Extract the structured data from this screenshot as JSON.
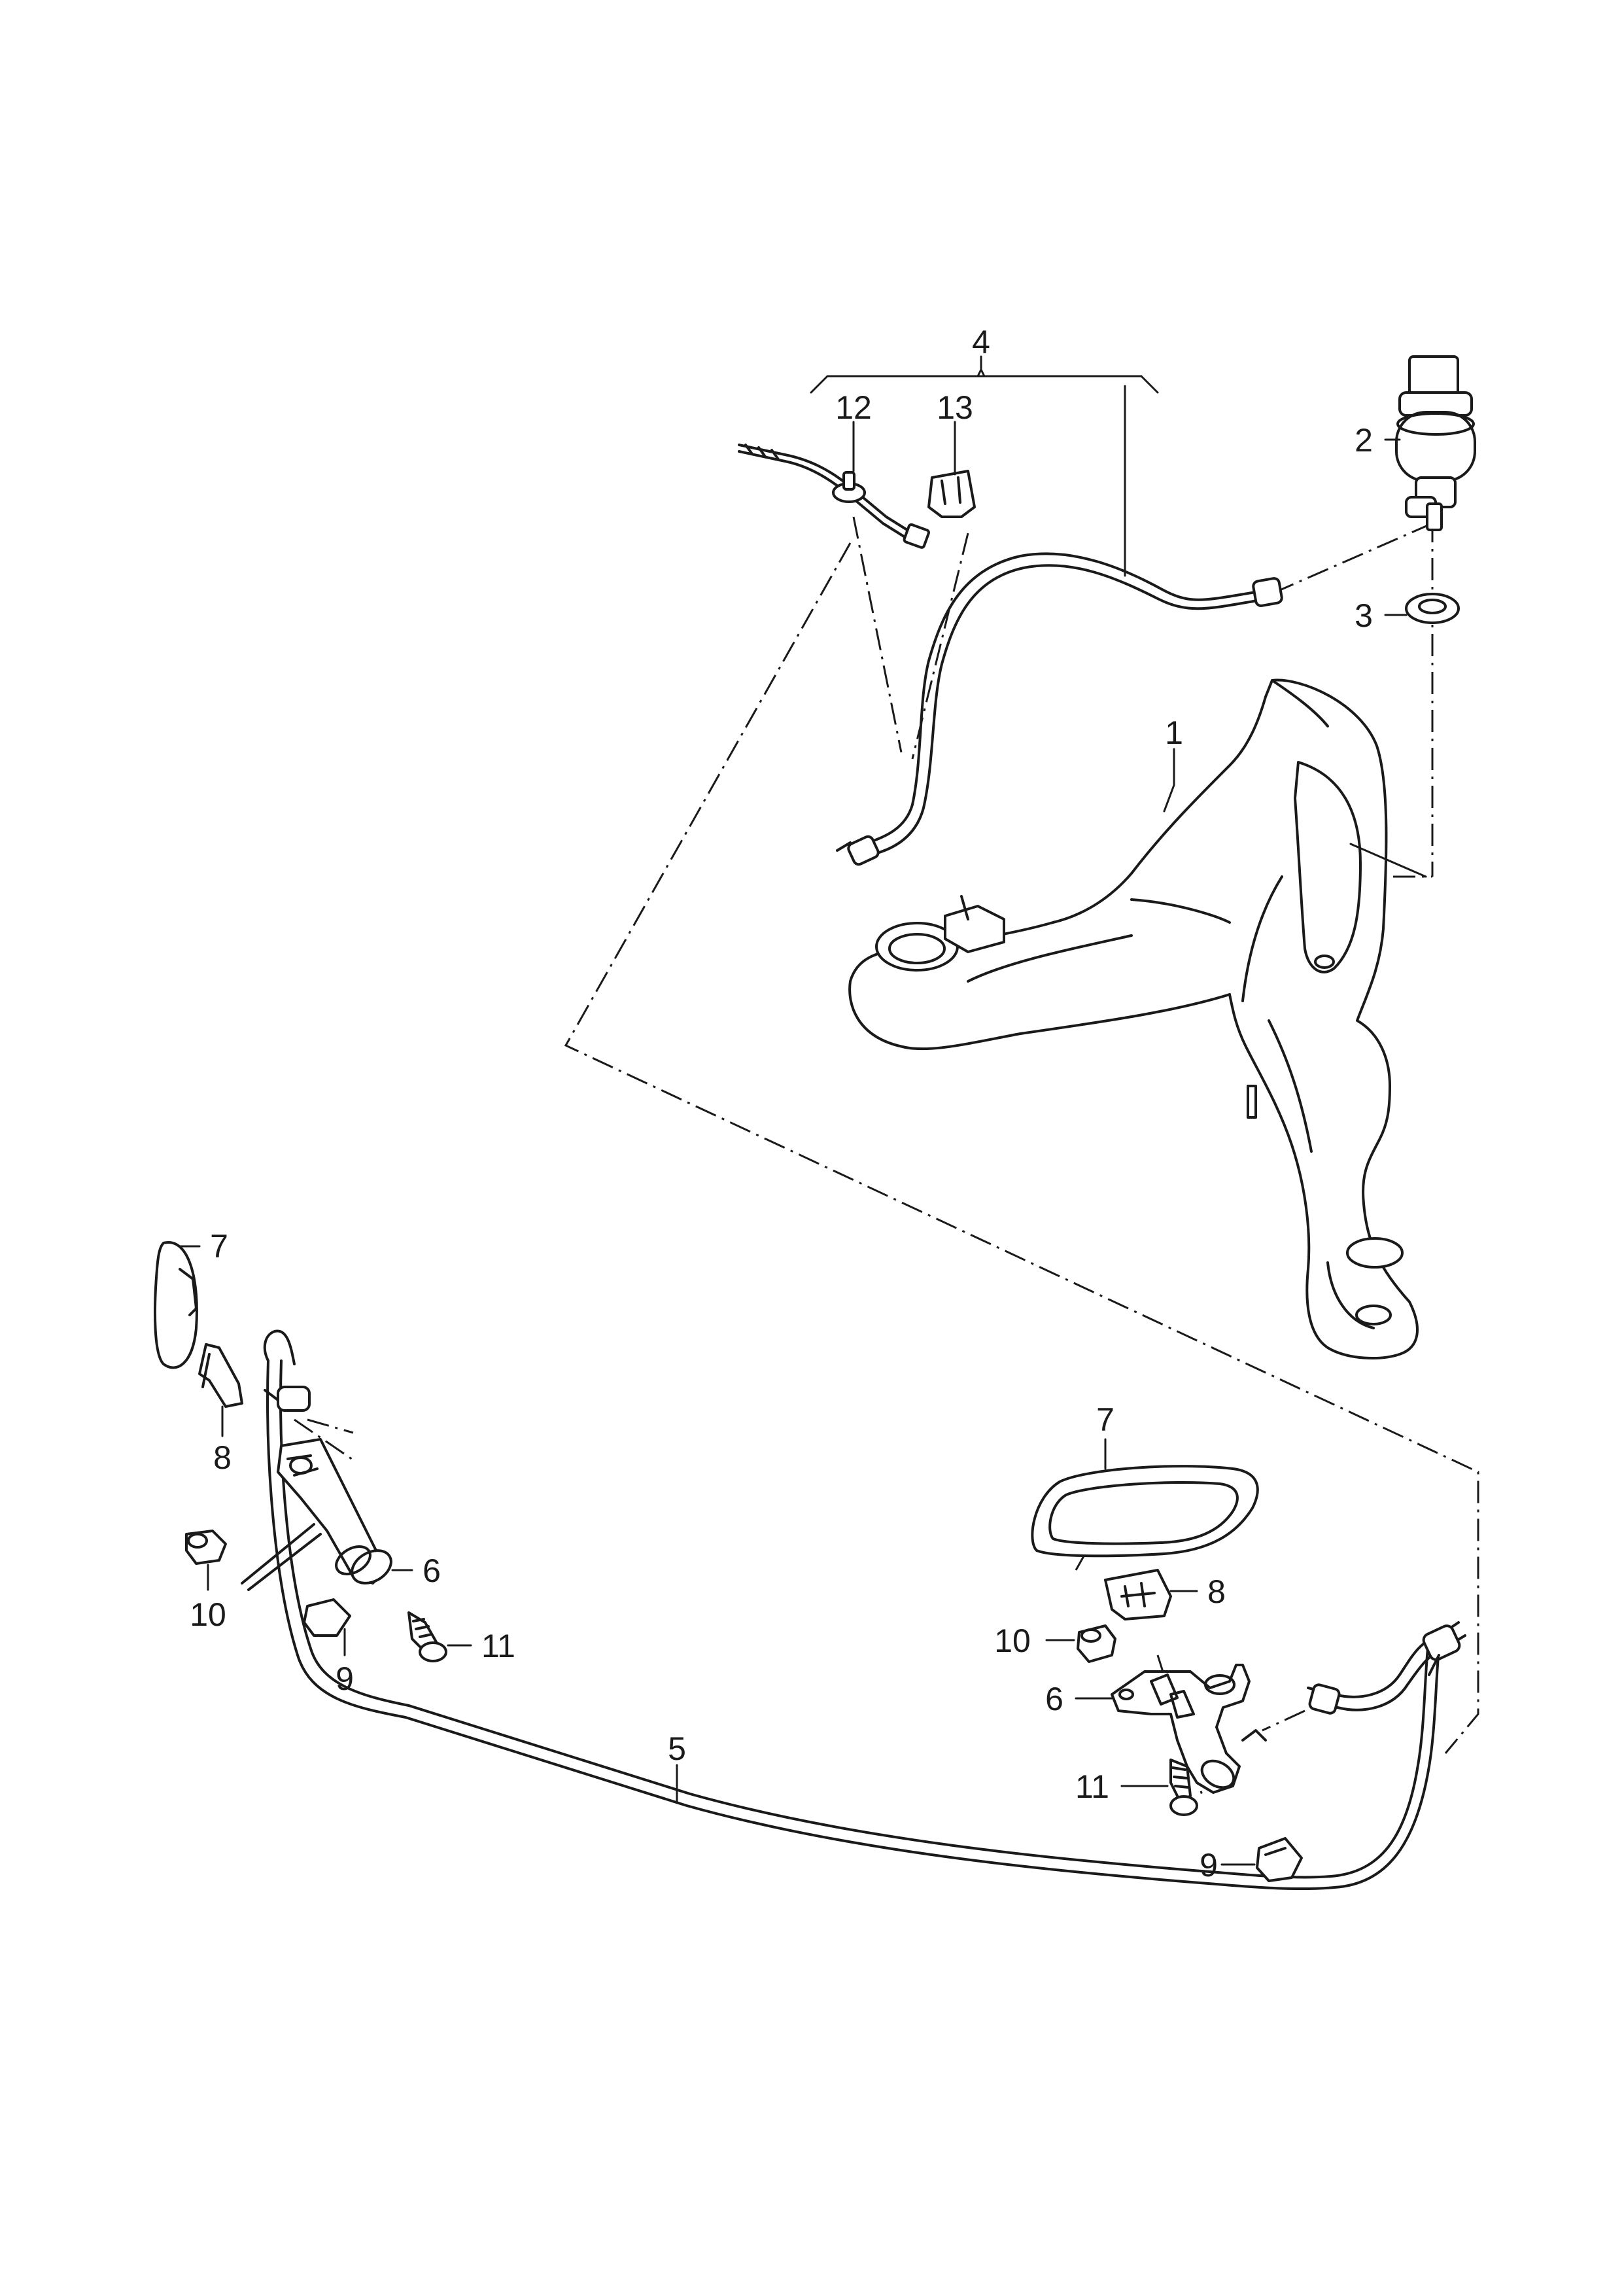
{
  "callouts": {
    "c1": "1",
    "c2": "2",
    "c3": "3",
    "c4": "4",
    "c5": "5",
    "c6_left": "6",
    "c6_right": "6",
    "c7_left": "7",
    "c7_right": "7",
    "c8_left": "8",
    "c8_right": "8",
    "c9_left": "9",
    "c9_right": "9",
    "c10_left": "10",
    "c10_right": "10",
    "c11_left": "11",
    "c11_right": "11",
    "c12": "12",
    "c13": "13"
  }
}
